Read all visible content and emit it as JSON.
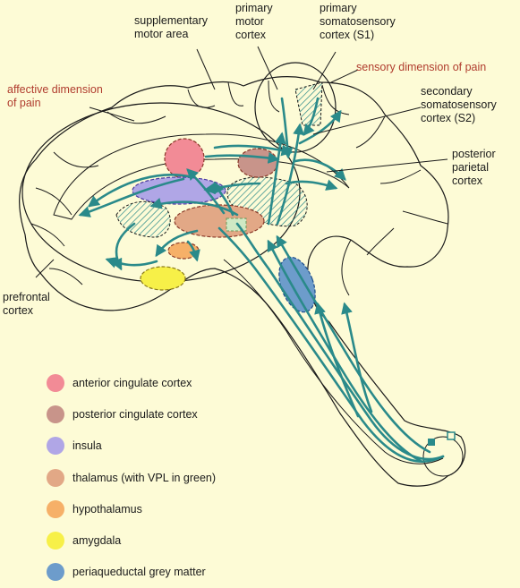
{
  "labels": {
    "supplementary_motor_area": "supplementary\nmotor area",
    "primary_motor_cortex": "primary\nmotor\ncortex",
    "primary_somatosensory": "primary\nsomatosensory\ncortex (S1)",
    "sensory_dimension": "sensory dimension of pain",
    "affective_dimension": "affective dimension\nof pain",
    "secondary_somatosensory": "secondary\nsomatosensory\ncortex (S2)",
    "posterior_parietal": "posterior\nparietal\ncortex",
    "prefrontal": "prefrontal\ncortex"
  },
  "legend": [
    {
      "label": "anterior cingulate cortex",
      "color": "#f28b96"
    },
    {
      "label": "posterior cingulate cortex",
      "color": "#c8948a"
    },
    {
      "label": "insula",
      "color": "#b0a6e6"
    },
    {
      "label": "thalamus (with VPL in green)",
      "color": "#e2a886"
    },
    {
      "label": "hypothalamus",
      "color": "#f6b068"
    },
    {
      "label": "amygdala",
      "color": "#f7f048"
    },
    {
      "label": "periaqueductal grey matter",
      "color": "#6d9ccb"
    }
  ],
  "colors": {
    "pathway": "#2a8a8a",
    "vpl": "#cfe8c4",
    "outline": "#1a1a1a",
    "label_red": "#b03c2e"
  }
}
